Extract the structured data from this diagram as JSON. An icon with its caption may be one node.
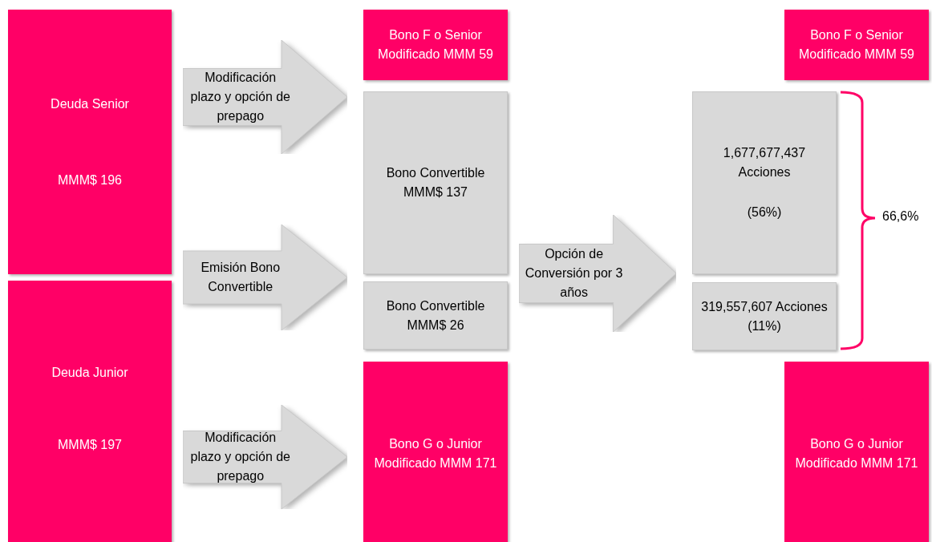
{
  "diagram": {
    "nodes": [
      {
        "text": [
          "Deuda Senior",
          "MMM$ 196"
        ]
      },
      {
        "text": [
          "Deuda Junior",
          "MMM$ 197"
        ]
      },
      {
        "text": [
          "Bono F o Senior Modificado MMM 59"
        ]
      },
      {
        "text": [
          "Bono Convertible MMM$ 137"
        ]
      },
      {
        "text": [
          "Bono Convertible MMM$ 26"
        ]
      },
      {
        "text": [
          "Bono G o Junior Modificado MMM 171"
        ]
      },
      {
        "text": [
          "Bono F o Senior Modificado MMM 59"
        ]
      },
      {
        "text": [
          "1,677,677,437 Acciones",
          "(56%)"
        ]
      },
      {
        "text": [
          "319,557,607 Acciones (11%)"
        ]
      },
      {
        "text": [
          "Bono G o Junior Modificado MMM 171"
        ]
      }
    ],
    "edges": [
      {
        "from": 0,
        "to": 2,
        "arrow": "to",
        "label": "Modificación plazo y opción de prepago"
      },
      {
        "from": 0,
        "to": 3,
        "arrow": "to",
        "label": "Emisión Bono Convertible"
      },
      {
        "from": 1,
        "to": 4,
        "arrow": "to"
      },
      {
        "from": 1,
        "to": 5,
        "arrow": "to",
        "label": "Modificación plazo y opción de prepago"
      },
      {
        "from": 3,
        "to": 7,
        "arrow": "to",
        "label": "Opción de Conversión por 3 años"
      },
      {
        "from": 4,
        "to": 8,
        "arrow": "to"
      }
    ],
    "labels": [
      "66,6%"
    ]
  }
}
